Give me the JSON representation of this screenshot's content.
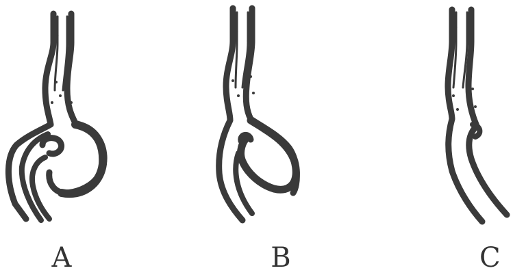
{
  "panels": [
    {
      "id": "A",
      "label": "A"
    },
    {
      "id": "B",
      "label": "B"
    },
    {
      "id": "C",
      "label": "C"
    }
  ],
  "colors": {
    "ink": "#3a3a3a",
    "background": "#ffffff"
  }
}
